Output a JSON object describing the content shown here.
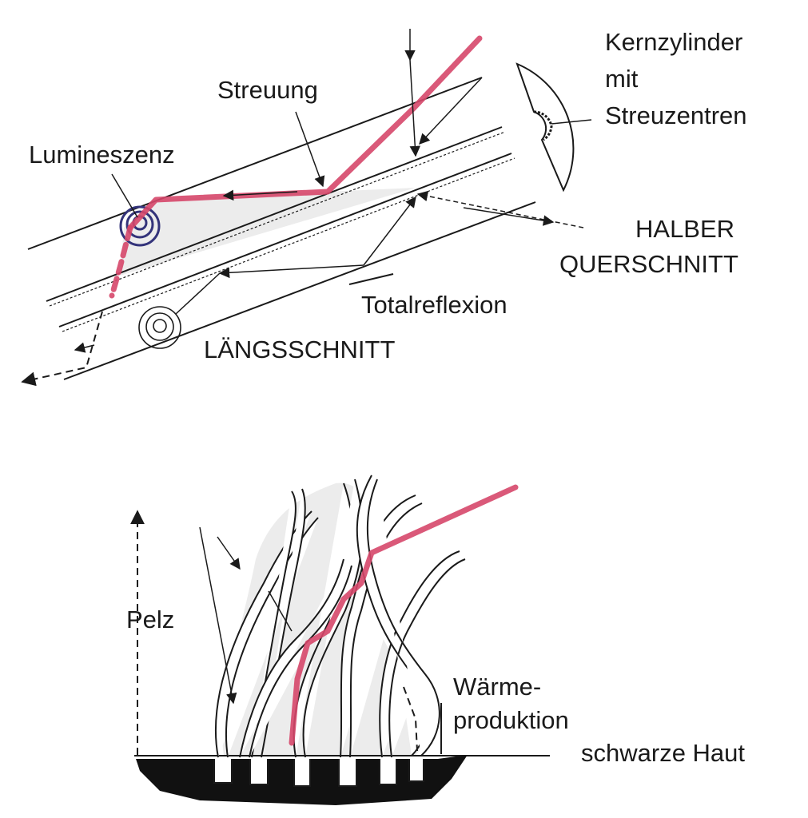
{
  "top_diagram": {
    "labels": {
      "kern1": "Kernzylinder",
      "kern2": "mit",
      "kern3": "Streuzentren",
      "streuung": "Streuung",
      "lumineszenz": "Lumineszenz",
      "halber1": "HALBER",
      "halber2": "QUERSCHNITT",
      "totalreflexion": "Totalreflexion",
      "laengsschnitt": "LÄNGSSCHNITT"
    }
  },
  "bottom_diagram": {
    "labels": {
      "pelz": "Pelz",
      "waerme1": "Wärme-",
      "waerme2": "produktion",
      "haut": "schwarze Haut"
    }
  },
  "colors": {
    "ray": "#d6476a",
    "ink": "#1a1a1a",
    "shade": "#ececec"
  }
}
